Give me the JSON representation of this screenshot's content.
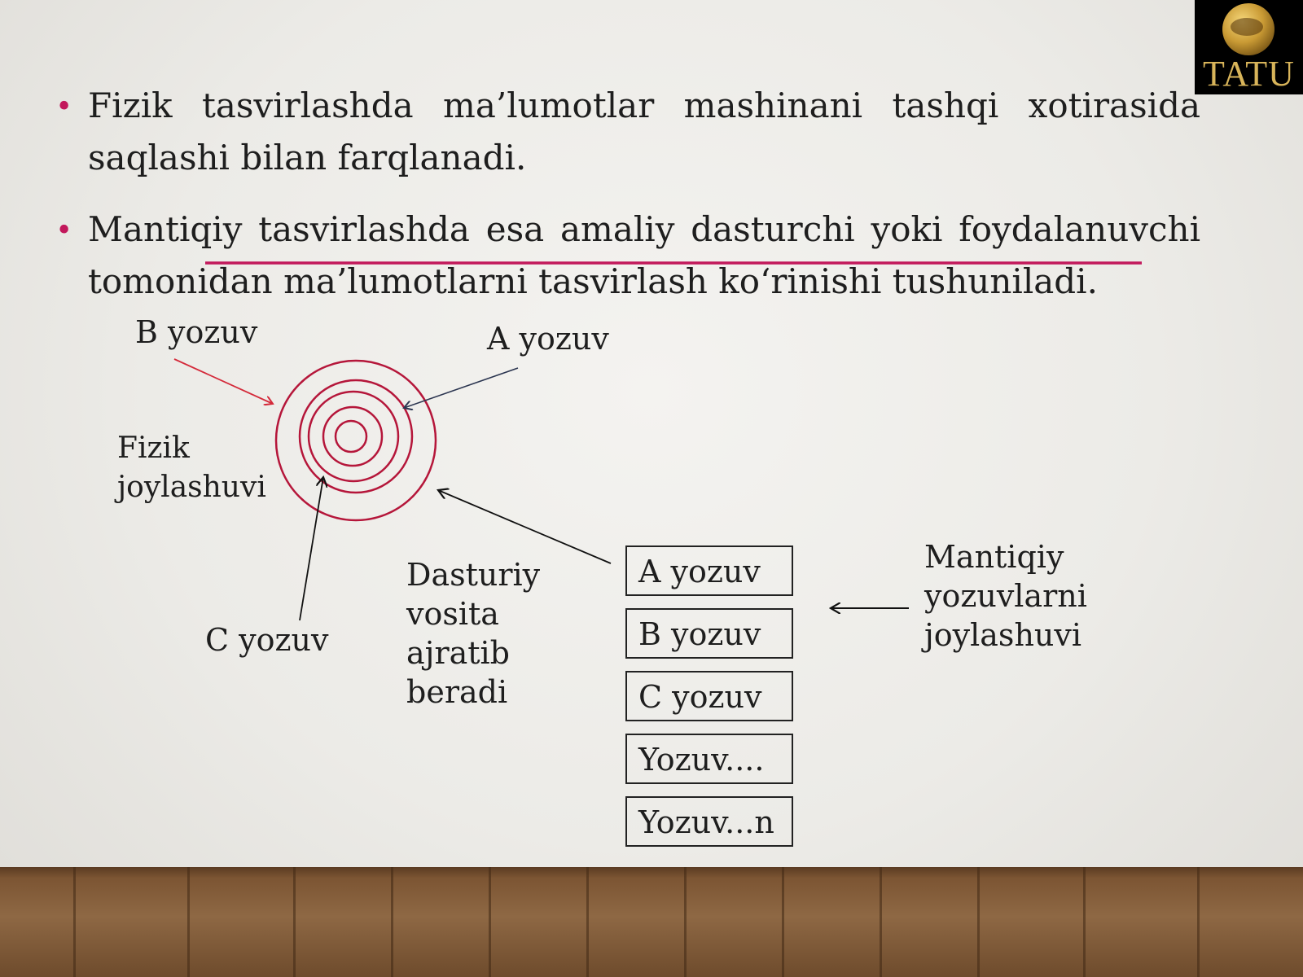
{
  "logo": {
    "text": "TATU"
  },
  "bullets": [
    {
      "text": "Fizik tasvirlashda ma’lumotlar mashinani tashqi xotirasida saqlashi bilan farqlanadi."
    },
    {
      "text": "Mantiqiy tasvirlashda esa amaliy dasturchi yoki foydalanuvchi tomonidan ma’lumotlarni tasvirlash ko‘rinishi tushuniladi."
    }
  ],
  "diagram": {
    "label_b": "B yozuv",
    "label_a": "A yozuv",
    "label_c": "C yozuv",
    "label_physical": "Fizik\njoylashuvi",
    "label_software": "Dasturiy\nvosita\najratib\n beradi",
    "label_logical": "Mantiqiy\nyozuvlarni\njoylashuvi",
    "records": [
      "A yozuv",
      "B yozuv",
      "C yozuv",
      "Yozuv....",
      "Yozuv...n"
    ],
    "colors": {
      "accent": "#c2185b",
      "circle": "#b5163a",
      "arrow_b": "#d42a3a",
      "arrow_a": "#2b3550"
    }
  }
}
